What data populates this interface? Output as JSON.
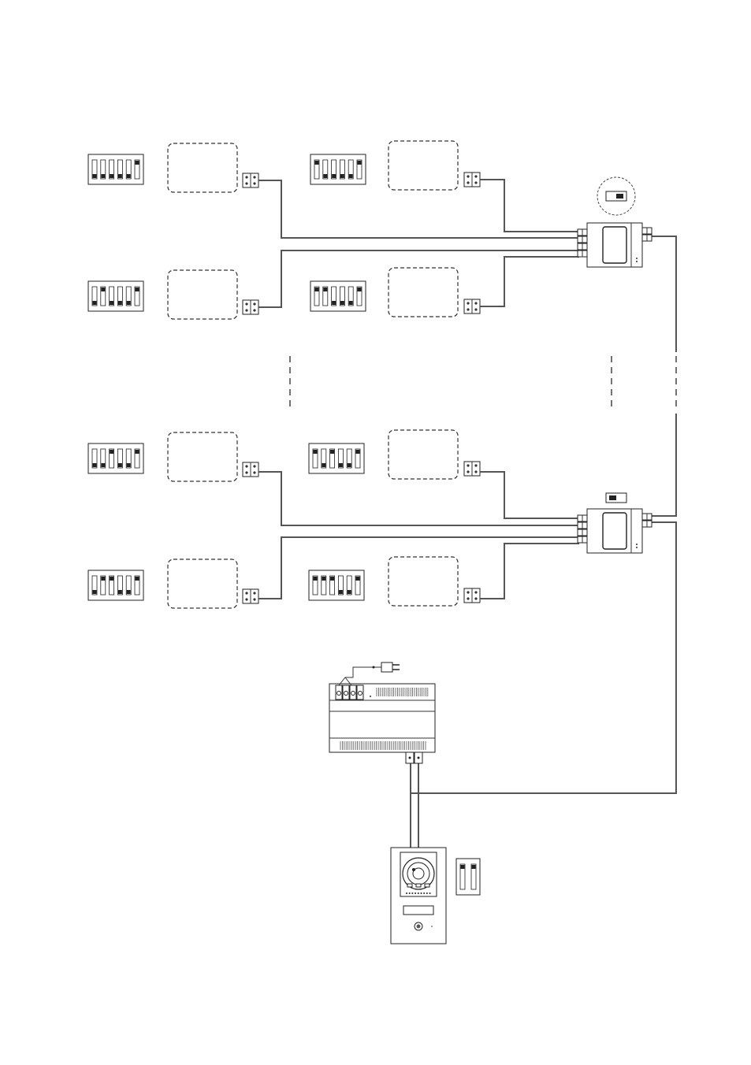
{
  "diagram": {
    "type": "video intercom wiring diagram",
    "monitor_rows": [
      {
        "left": {
          "dip": [
            "off",
            "off",
            "off",
            "off",
            "off",
            "on"
          ]
        },
        "right": {
          "dip": [
            "on",
            "off",
            "off",
            "off",
            "off",
            "on"
          ]
        }
      },
      {
        "left": {
          "dip": [
            "off",
            "on",
            "off",
            "off",
            "off",
            "on"
          ]
        },
        "right": {
          "dip": [
            "on",
            "on",
            "off",
            "off",
            "off",
            "on"
          ]
        }
      },
      {
        "left": {
          "dip": [
            "off",
            "off",
            "on",
            "off",
            "off",
            "on"
          ]
        },
        "right": {
          "dip": [
            "on",
            "off",
            "on",
            "off",
            "off",
            "on"
          ]
        }
      },
      {
        "left": {
          "dip": [
            "off",
            "on",
            "on",
            "off",
            "off",
            "on"
          ]
        },
        "right": {
          "dip": [
            "on",
            "on",
            "on",
            "off",
            "off",
            "on"
          ]
        }
      }
    ],
    "distributors": [
      {
        "switch": "off",
        "switch_circled": true
      },
      {
        "switch": "on",
        "switch_circled": false
      }
    ],
    "power_supply": {
      "has_mains_plug": true
    },
    "door_station": {
      "dip": [
        "on",
        "on"
      ]
    },
    "icons": [
      "dip-switch-icon",
      "connector-terminal-icon",
      "power-plug-icon",
      "camera-lens-icon",
      "call-button-icon"
    ]
  }
}
